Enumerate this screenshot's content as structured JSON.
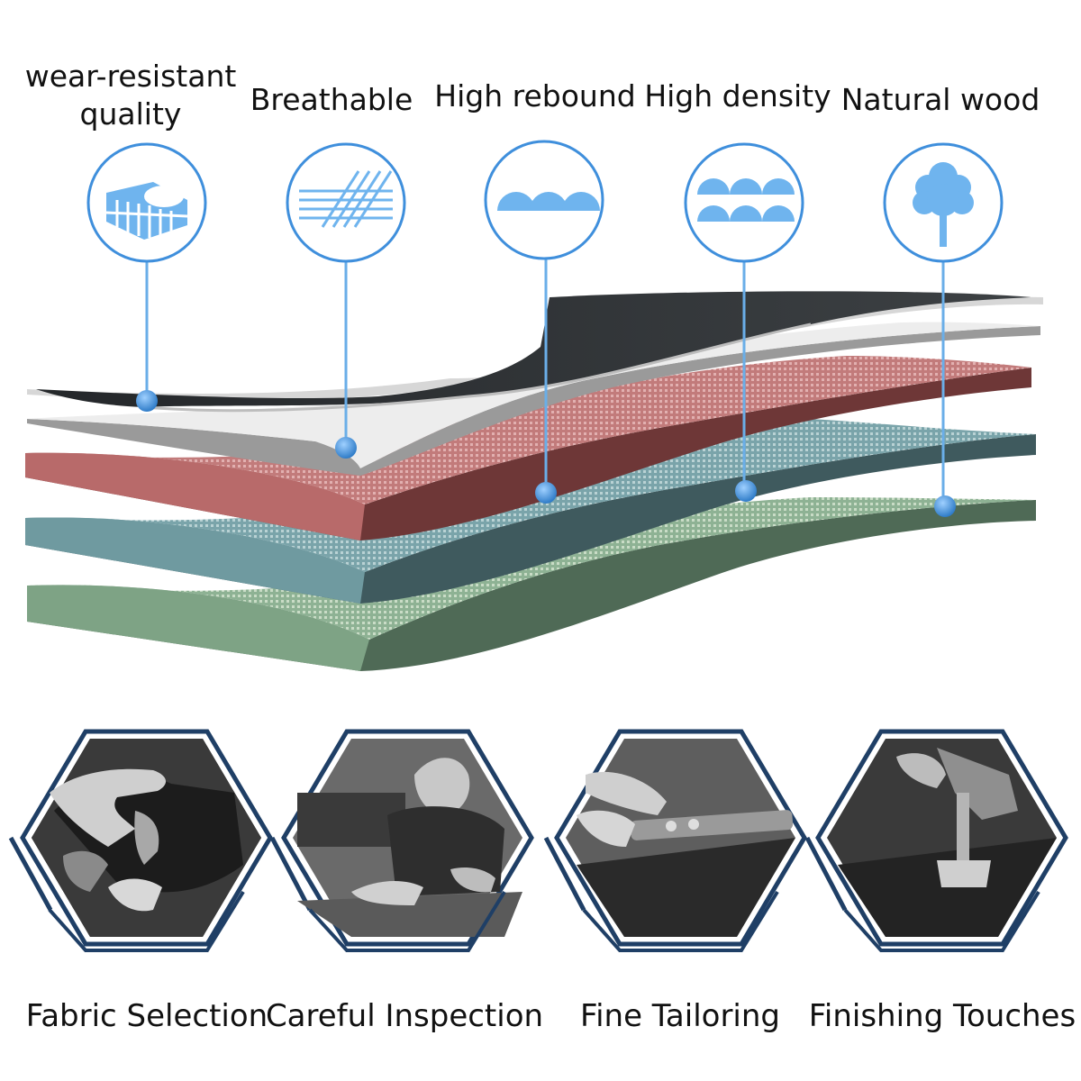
{
  "features": [
    {
      "line1": "wear-resistant",
      "line2": "quality",
      "icon": "ring-roller-icon"
    },
    {
      "line1": "Breathable",
      "line2": "",
      "icon": "mesh-lines-icon"
    },
    {
      "line1": "High rebound",
      "line2": "",
      "icon": "foam-bumps-icon"
    },
    {
      "line1": "High density",
      "line2": "",
      "icon": "dense-foam-icon"
    },
    {
      "line1": "Natural wood",
      "line2": "",
      "icon": "tree-icon"
    }
  ],
  "steps": [
    {
      "label": "Fabric Selection",
      "photo": "hands-holding-fabric-photo"
    },
    {
      "label": "Careful Inspection",
      "photo": "worker-inspecting-photo"
    },
    {
      "label": "Fine Tailoring",
      "photo": "cutting-tool-photo"
    },
    {
      "label": "Finishing Touches",
      "photo": "sewing-machine-photo"
    }
  ],
  "colors": {
    "accent": "#3f8fdc",
    "icon_fill": "#6fb4ee",
    "hex_border": "#1f3f66",
    "layer_black": "#2f3234",
    "layer_white": "#ececec",
    "layer_red": "#b86a6a",
    "layer_teal": "#6f9aa0",
    "layer_green": "#7fa386"
  }
}
